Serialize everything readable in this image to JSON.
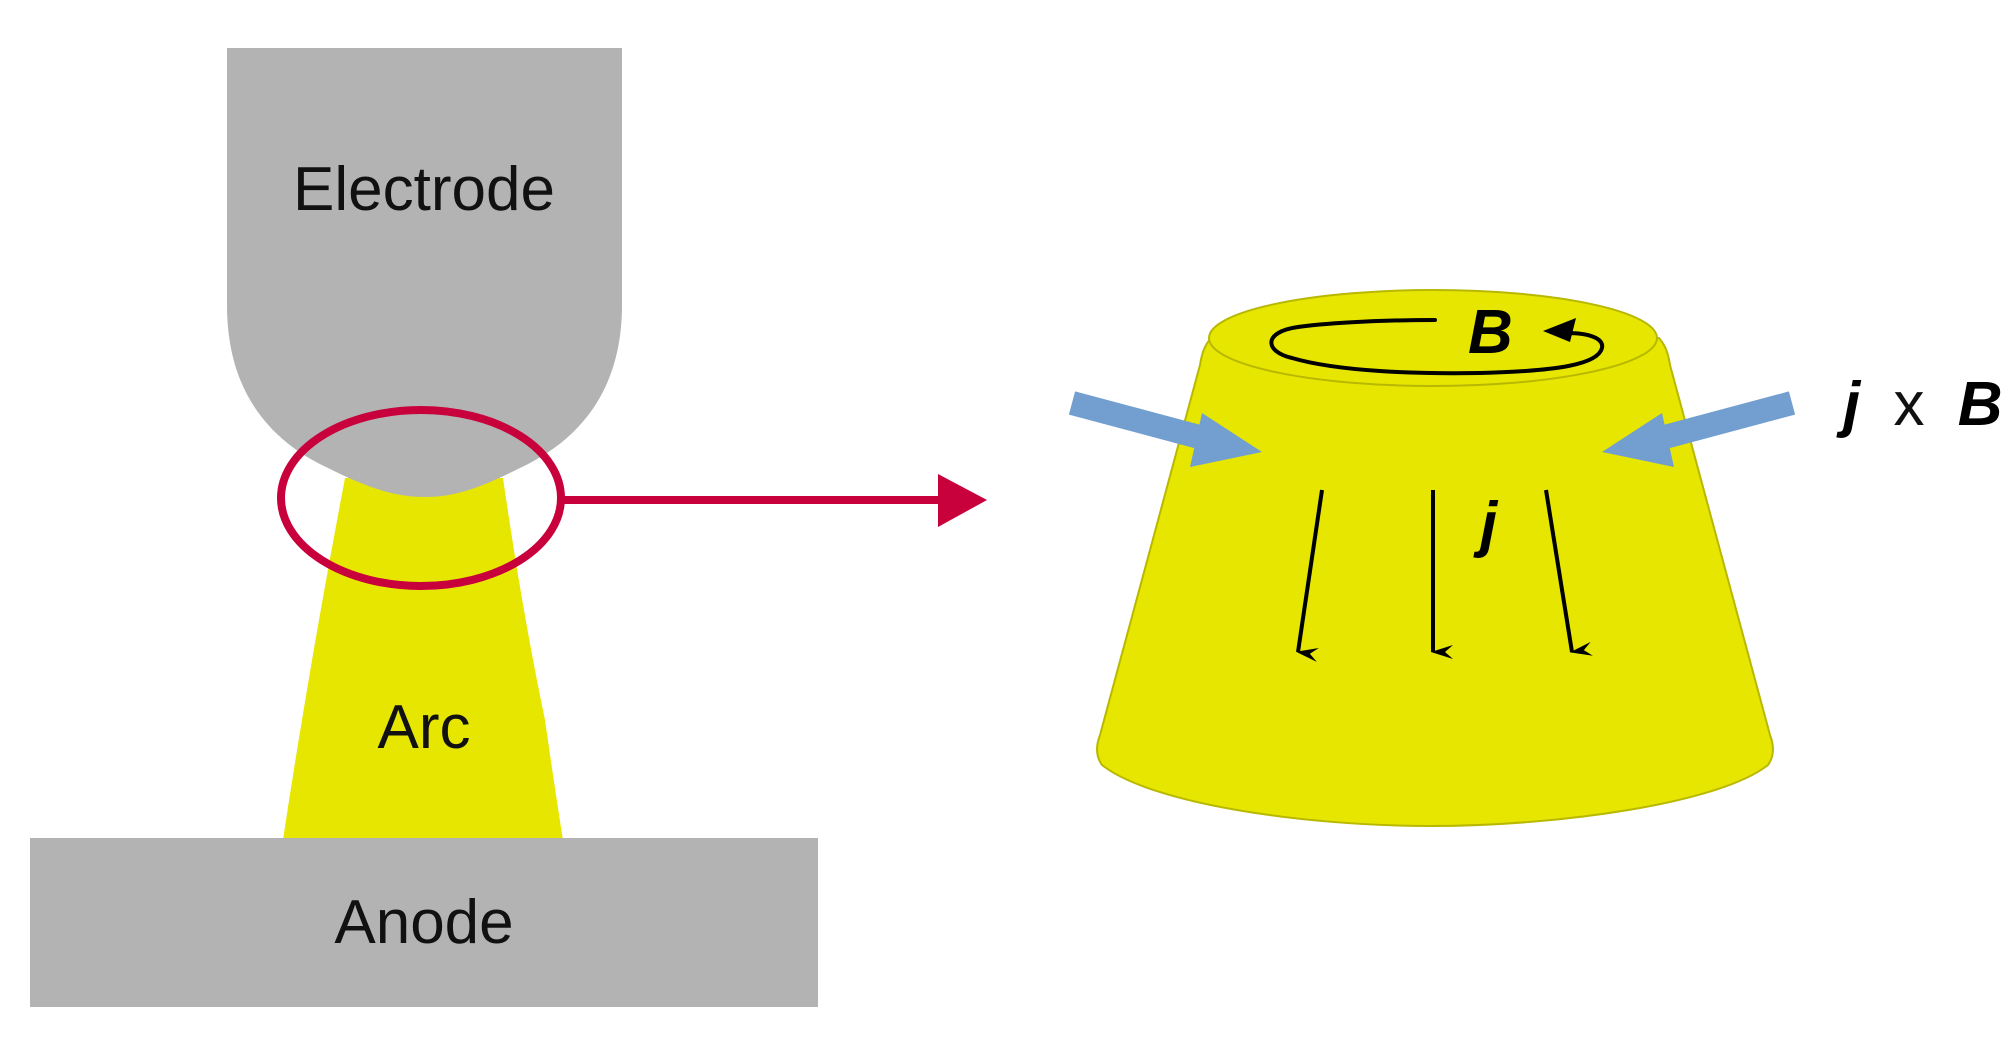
{
  "labels": {
    "electrode": "Electrode",
    "arc": "Arc",
    "anode": "Anode",
    "field_b": "B",
    "current_j": "j",
    "lorentz_j": "j",
    "lorentz_x": "x",
    "lorentz_b": "B"
  },
  "colors": {
    "metal": "#b3b3b3",
    "plasma": "#e6e600",
    "highlight": "#c8003c",
    "force": "#729fcf",
    "ink": "#000000"
  }
}
